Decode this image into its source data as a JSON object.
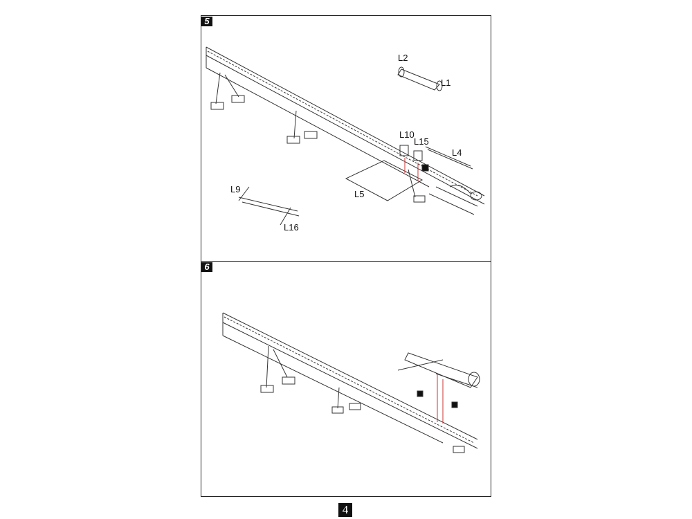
{
  "steps": [
    {
      "number": "5"
    },
    {
      "number": "6"
    }
  ],
  "step5_parts": {
    "l1": "L1",
    "l2": "L2",
    "l4": "L4",
    "l5": "L5",
    "l9": "L9",
    "l10": "L10",
    "l15": "L15",
    "l16": "L16"
  },
  "page_number": "4"
}
